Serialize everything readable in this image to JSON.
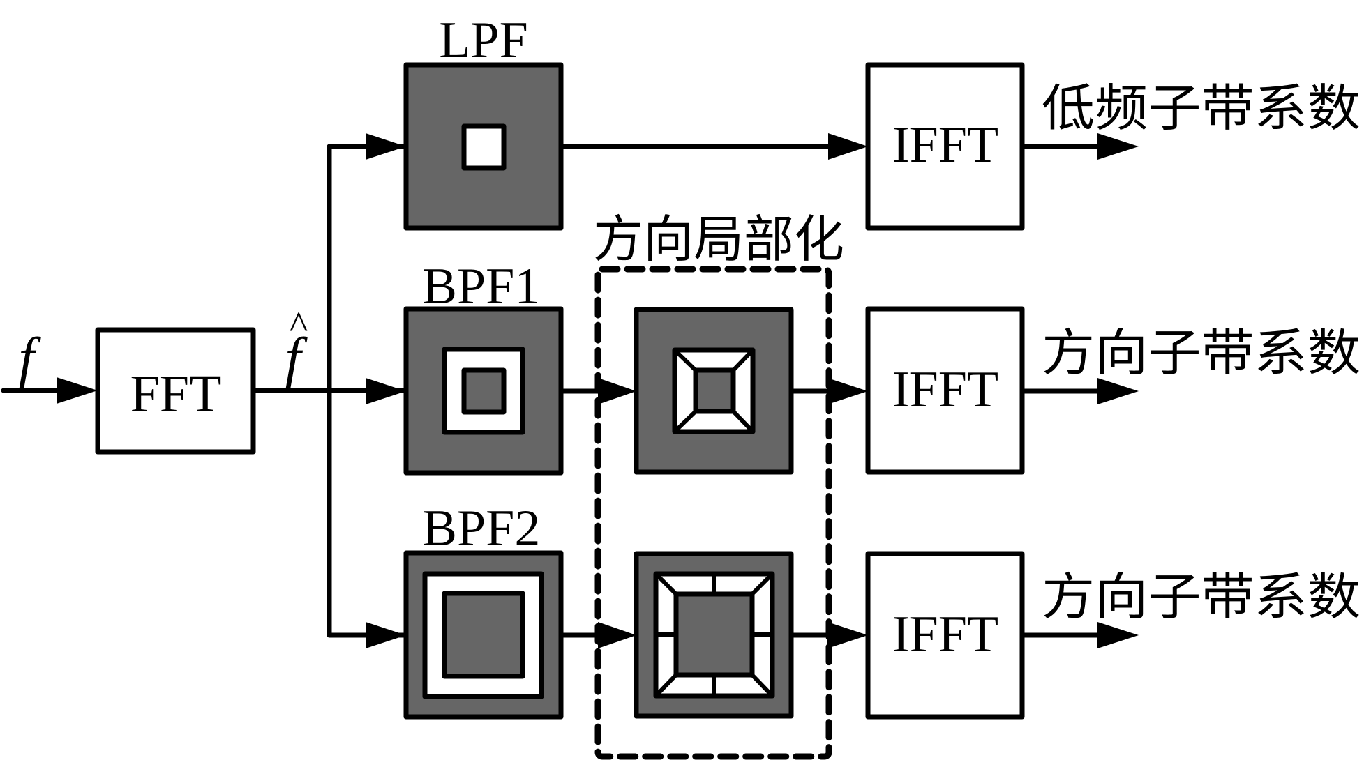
{
  "colors": {
    "filter_gray": "#666666",
    "line": "#000000",
    "background": "#ffffff",
    "passband": "#ffffff"
  },
  "input": {
    "signal_label": "f",
    "transform_label": "FFT",
    "spectrum_label": "f̂",
    "spectrum_hat": "^"
  },
  "stages": {
    "filters": [
      {
        "id": "lpf",
        "label": "LPF",
        "pattern": "lowpass-square"
      },
      {
        "id": "bpf1",
        "label": "BPF1",
        "pattern": "bandpass-ring"
      },
      {
        "id": "bpf2",
        "label": "BPF2",
        "pattern": "bandpass-ring-wide"
      }
    ],
    "directional": {
      "group_label": "方向局部化",
      "blocks": [
        {
          "id": "dir1",
          "pattern": "4-wedge-partition"
        },
        {
          "id": "dir2",
          "pattern": "8-wedge-partition"
        }
      ]
    },
    "inverse": [
      {
        "id": "ifft1",
        "label": "IFFT"
      },
      {
        "id": "ifft2",
        "label": "IFFT"
      },
      {
        "id": "ifft3",
        "label": "IFFT"
      }
    ],
    "outputs": [
      {
        "id": "out1",
        "label": "低频子带系数"
      },
      {
        "id": "out2",
        "label": "方向子带系数"
      },
      {
        "id": "out3",
        "label": "方向子带系数"
      }
    ]
  }
}
